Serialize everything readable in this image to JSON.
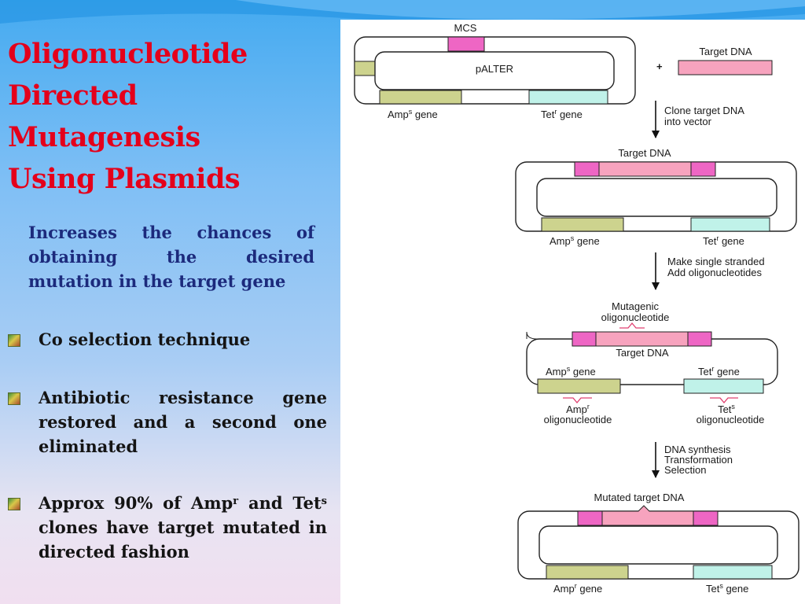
{
  "title_lines": [
    "Oligonucleotide",
    "Directed",
    "Mutagenesis",
    "Using Plasmids"
  ],
  "intro": "Increases the chances of obtaining the desired mutation in the target gene",
  "bullets": {
    "b1": "Co selection technique",
    "b2": "Antibiotic resistance gene restored and a second one eliminated",
    "b3": {
      "p1": "Approx 90% of Amp",
      "s1": "r",
      "p2": " and Tet",
      "s2": "s",
      "p3": " clones have target mutated in directed fashion"
    }
  },
  "diagram": {
    "step1": {
      "mcs": "MCS",
      "vector": "pALTER",
      "plus": "+",
      "target": "Target DNA",
      "gene_left": "Amp",
      "gene_left_sup": "s",
      "gene_left_suffix": " gene",
      "gene_right": "Tet",
      "gene_right_sup": "r",
      "gene_right_suffix": " gene"
    },
    "arrow1": [
      "Clone target DNA",
      "into vector"
    ],
    "step2": {
      "target": "Target DNA",
      "gene_left": "Amp",
      "gene_left_sup": "s",
      "gene_left_suffix": " gene",
      "gene_right": "Tet",
      "gene_right_sup": "r",
      "gene_right_suffix": " gene"
    },
    "arrow2": [
      "Make single stranded",
      "Add oligonucleotides"
    ],
    "step3": {
      "mutagenic": [
        "Mutagenic",
        "oligonucleotide"
      ],
      "target": "Target DNA",
      "gene_left": "Amp",
      "gene_left_sup": "s",
      "gene_left_suffix": " gene",
      "gene_right": "Tet",
      "gene_right_sup": "r",
      "gene_right_suffix": " gene",
      "oligo_left": "Amp",
      "oligo_left_sup": "r",
      "oligo_right": "Tet",
      "oligo_right_sup": "s",
      "oligo_word": "oligonucleotide"
    },
    "arrow3": [
      "DNA synthesis",
      "Transformation",
      "Selection"
    ],
    "step4": {
      "target": "Mutated target DNA",
      "gene_left": "Amp",
      "gene_left_sup": "r",
      "gene_left_suffix": " gene",
      "gene_right": "Tet",
      "gene_right_sup": "s",
      "gene_right_suffix": " gene"
    }
  },
  "colors": {
    "title": "#e4001b",
    "intro": "#1c2a7c",
    "mcs": "#ee66c4",
    "target": "#f7a3be",
    "amp": "#cdd38e",
    "tet": "#c0f2e9"
  }
}
